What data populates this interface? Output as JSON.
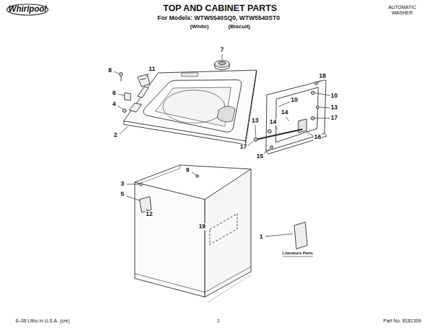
{
  "diagram": {
    "title": "TOP AND CABINET PARTS",
    "labels": [
      "Whirlpool",
      "For Models: WTW5540SQ0, WTW5540ST0",
      "(White)",
      "(Biscuit)",
      "AUTOMATIC WASHER",
      "7",
      "8",
      "11",
      "18",
      "6",
      "10",
      "10",
      "4",
      "13",
      "14",
      "14",
      "13",
      "17",
      "2",
      "16",
      "17",
      "15",
      "9",
      "3",
      "5",
      "12",
      "19",
      "1",
      "Literature Parts",
      "6–06 Litho in U.S.A. (cre)",
      "1",
      "Part No. 8181309"
    ]
  }
}
